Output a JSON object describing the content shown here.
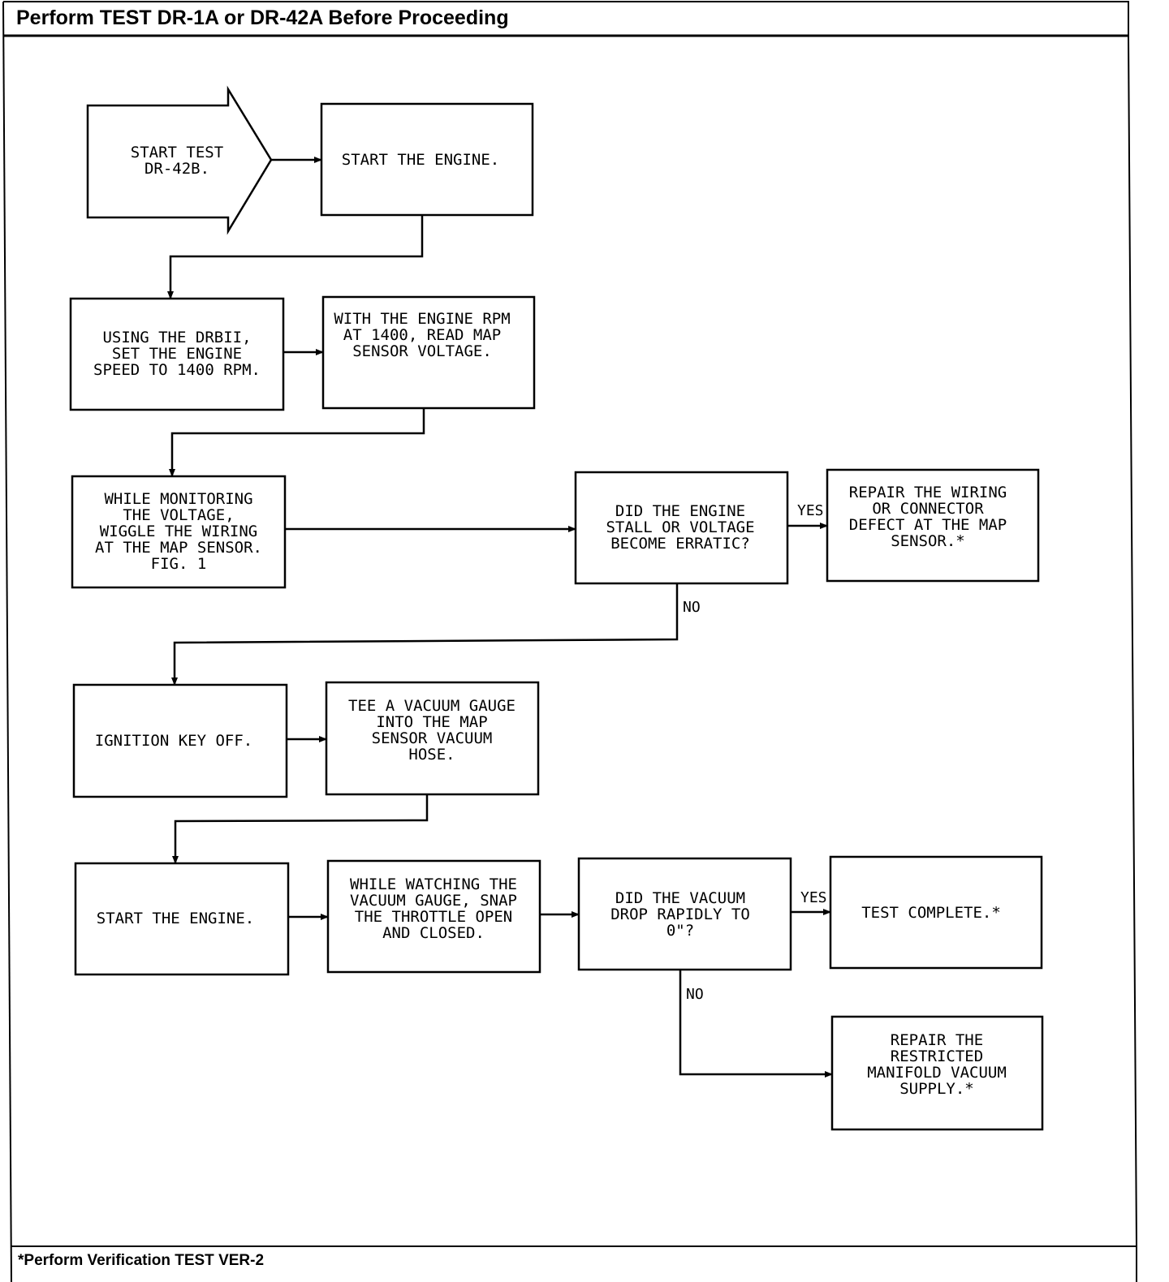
{
  "header": {
    "title": "Perform TEST DR-1A or DR-42A Before Proceeding"
  },
  "footer": {
    "note": "*Perform Verification TEST VER-2"
  },
  "flowchart": {
    "start": {
      "lines": [
        "START TEST",
        "DR-42B."
      ]
    },
    "start_engine_1": {
      "lines": [
        "START THE ENGINE."
      ]
    },
    "using_drbii": {
      "lines": [
        "USING THE DRBII,",
        "SET THE ENGINE",
        "SPEED TO 1400 RPM."
      ]
    },
    "read_map": {
      "lines": [
        "WITH THE ENGINE RPM",
        "AT 1400, READ MAP",
        "SENSOR VOLTAGE."
      ]
    },
    "wiggle": {
      "lines": [
        "WHILE MONITORING",
        "THE VOLTAGE,",
        "WIGGLE THE WIRING",
        "AT THE MAP SENSOR.",
        "FIG. 1"
      ]
    },
    "decision_stall": {
      "lines": [
        "DID THE ENGINE",
        "STALL OR VOLTAGE",
        "BECOME ERRATIC?"
      ]
    },
    "repair_wiring": {
      "lines": [
        "REPAIR THE WIRING",
        "OR CONNECTOR",
        "DEFECT AT THE MAP",
        "SENSOR.*"
      ]
    },
    "ignition_off": {
      "lines": [
        "IGNITION KEY OFF."
      ]
    },
    "tee_gauge": {
      "lines": [
        "TEE A VACUUM GAUGE",
        "INTO THE MAP",
        "SENSOR VACUUM",
        "HOSE."
      ]
    },
    "start_engine_2": {
      "lines": [
        "START THE ENGINE."
      ]
    },
    "snap_throttle": {
      "lines": [
        "WHILE WATCHING THE",
        "VACUUM GAUGE, SNAP",
        "THE THROTTLE OPEN",
        "AND CLOSED."
      ]
    },
    "decision_vacuum": {
      "lines": [
        "DID THE VACUUM",
        "DROP RAPIDLY TO",
        "0\"?"
      ]
    },
    "test_complete": {
      "lines": [
        "TEST COMPLETE.*"
      ]
    },
    "repair_vacuum": {
      "lines": [
        "REPAIR THE",
        "RESTRICTED",
        "MANIFOLD VACUUM",
        "SUPPLY.*"
      ]
    },
    "labels": {
      "yes": "YES",
      "no": "NO"
    }
  }
}
